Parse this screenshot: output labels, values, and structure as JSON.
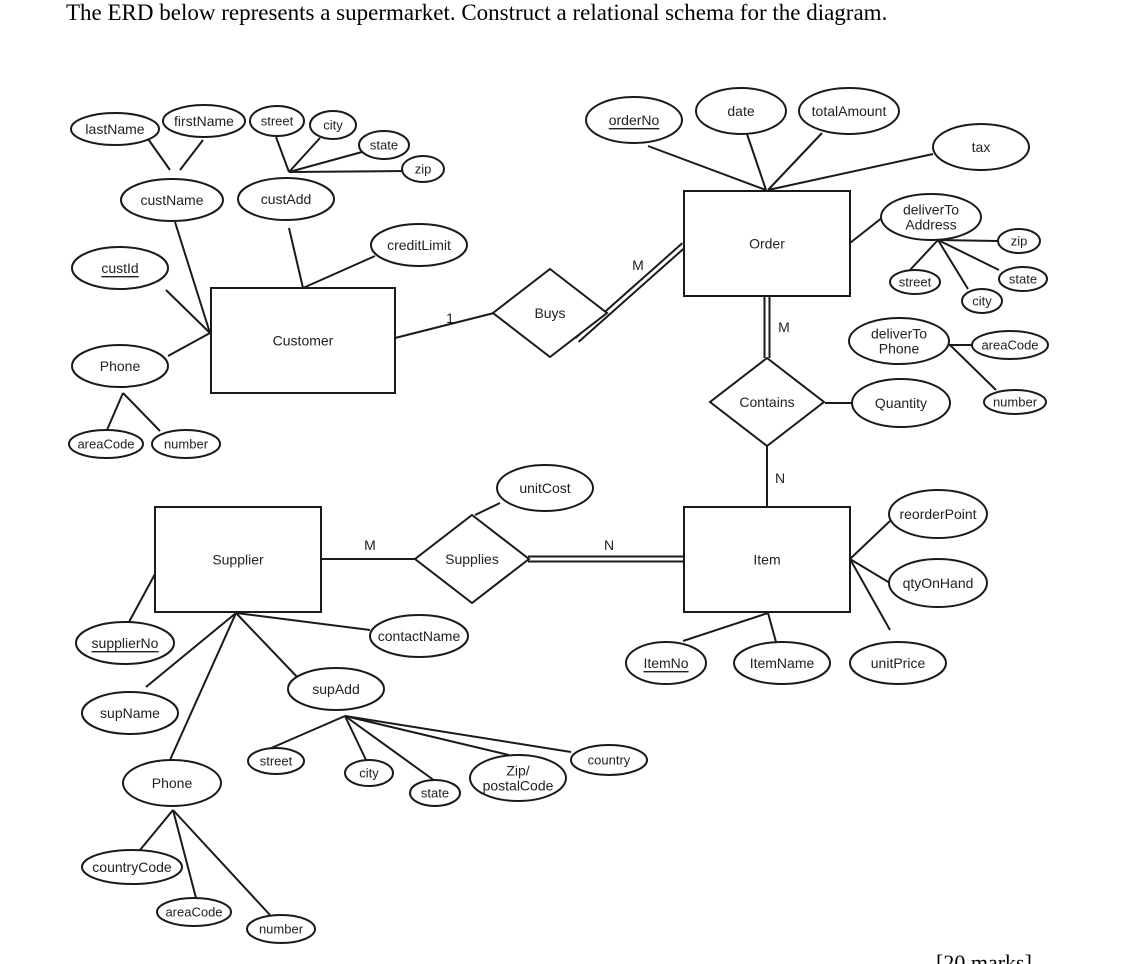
{
  "question": "The ERD below represents a supermarket. Construct a relational schema for the diagram.",
  "footer": "[20 marks]",
  "entities": {
    "customer": "Customer",
    "order": "Order",
    "supplier": "Supplier",
    "item": "Item"
  },
  "relationships": {
    "buys": "Buys",
    "contains": "Contains",
    "supplies": "Supplies"
  },
  "cardinalities": {
    "buys_customer": "1",
    "buys_order": "M",
    "contains_order": "M",
    "contains_item": "N",
    "supplies_supplier": "M",
    "supplies_item": "N"
  },
  "attributes": {
    "lastName": "lastName",
    "firstName": "firstName",
    "cust_street": "street",
    "cust_city": "city",
    "cust_state": "state",
    "cust_zip": "zip",
    "custName": "custName",
    "custAdd": "custAdd",
    "creditLimit": "creditLimit",
    "custId": "custId",
    "cust_phone": "Phone",
    "cust_areaCode": "areaCode",
    "cust_number": "number",
    "orderNo": "orderNo",
    "date": "date",
    "totalAmount": "totalAmount",
    "tax": "tax",
    "deliverToAddress": [
      "deliverTo",
      "Address"
    ],
    "del_zip": "zip",
    "del_street": "street",
    "del_state": "state",
    "del_city": "city",
    "deliverToPhone": [
      "deliverTo",
      "Phone"
    ],
    "del_areaCode": "areaCode",
    "del_number": "number",
    "quantity": "Quantity",
    "unitCost": "unitCost",
    "reorderPoint": "reorderPoint",
    "qtyOnHand": "qtyOnHand",
    "itemNo": "ItemNo",
    "itemName": "ItemName",
    "unitPrice": "unitPrice",
    "supplierNo": "supplierNo",
    "contactName": "contactName",
    "supAdd": "supAdd",
    "supName": "supName",
    "sup_street": "street",
    "sup_city": "city",
    "sup_state": "state",
    "sup_zip": [
      "Zip/",
      "postalCode"
    ],
    "sup_country": "country",
    "sup_phone": "Phone",
    "sup_countryCode": "countryCode",
    "sup_areaCode": "areaCode",
    "sup_number": "number"
  },
  "primary_keys": [
    "custId",
    "orderNo",
    "itemNo",
    "supplierNo"
  ]
}
